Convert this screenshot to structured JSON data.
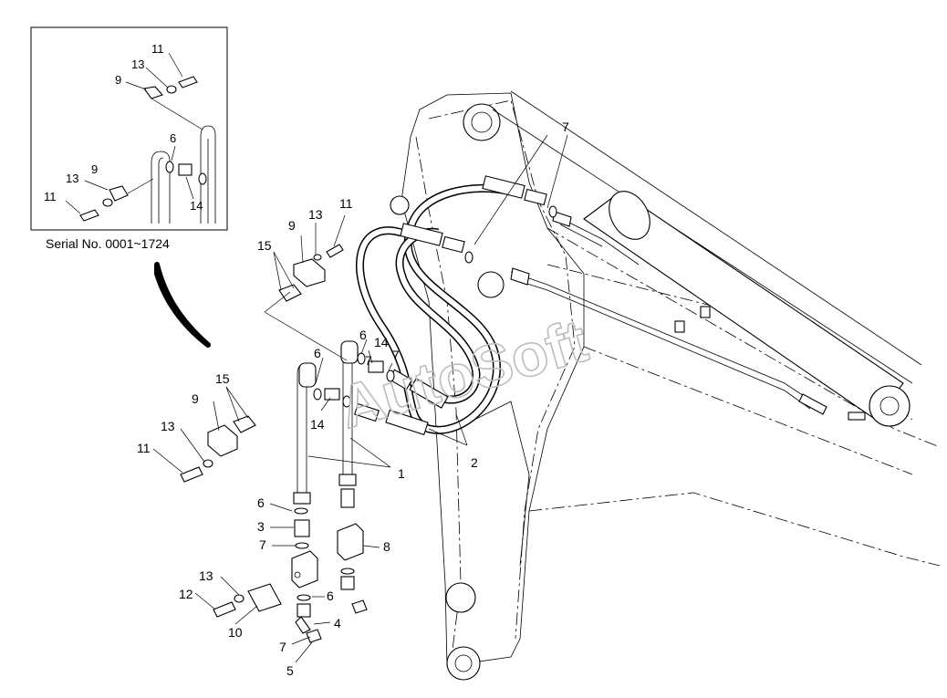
{
  "inset": {
    "caption": "Serial No. 0001~1724",
    "labels": [
      "11",
      "13",
      "9",
      "6",
      "13",
      "9",
      "11",
      "14"
    ]
  },
  "main": {
    "labels": [
      "13",
      "11",
      "9",
      "15",
      "6",
      "14",
      "7",
      "6",
      "7",
      "15",
      "9",
      "13",
      "11",
      "14",
      "2",
      "1",
      "7",
      "6",
      "3",
      "7",
      "8",
      "13",
      "12",
      "6",
      "10",
      "4",
      "7",
      "5"
    ]
  },
  "watermark": "AutoSoft"
}
